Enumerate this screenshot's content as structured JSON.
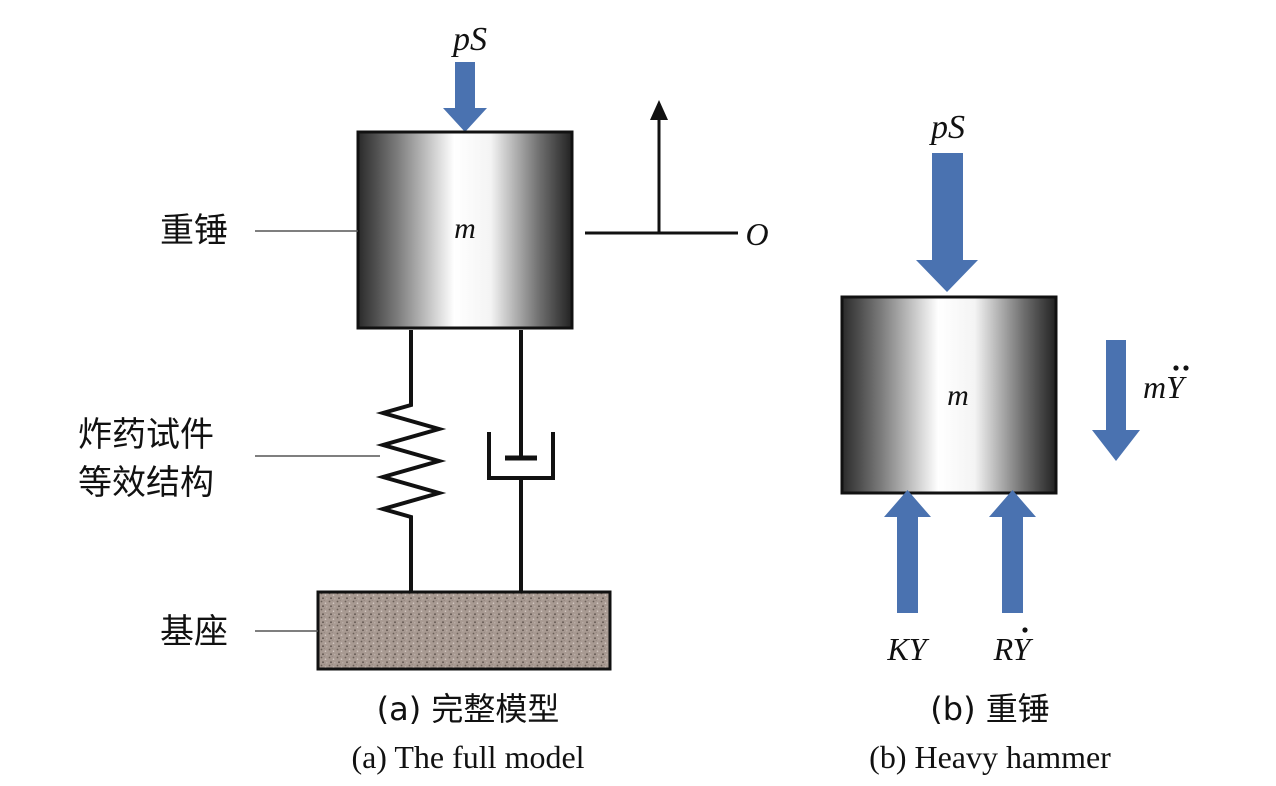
{
  "panel_a": {
    "mass_label": "m",
    "force_top_label": "pS",
    "origin_label": "O",
    "hammer_callout": "重锤",
    "spring_callout_line1": "炸药试件",
    "spring_callout_line2": "等效结构",
    "base_callout": "基座",
    "caption_cn": "(a) 完整模型",
    "caption_en": "(a) The full model"
  },
  "panel_b": {
    "force_top_label": "pS",
    "mass_label": "m",
    "inertia_label_base": "mY",
    "spring_force_label": "KY",
    "damper_force_label": "RY",
    "caption_cn": "(b) 重锤",
    "caption_en": "(b) Heavy hammer"
  },
  "colors": {
    "arrow_blue": "#4a72b0",
    "line_black": "#111111",
    "base_fill": "#a89a92"
  }
}
